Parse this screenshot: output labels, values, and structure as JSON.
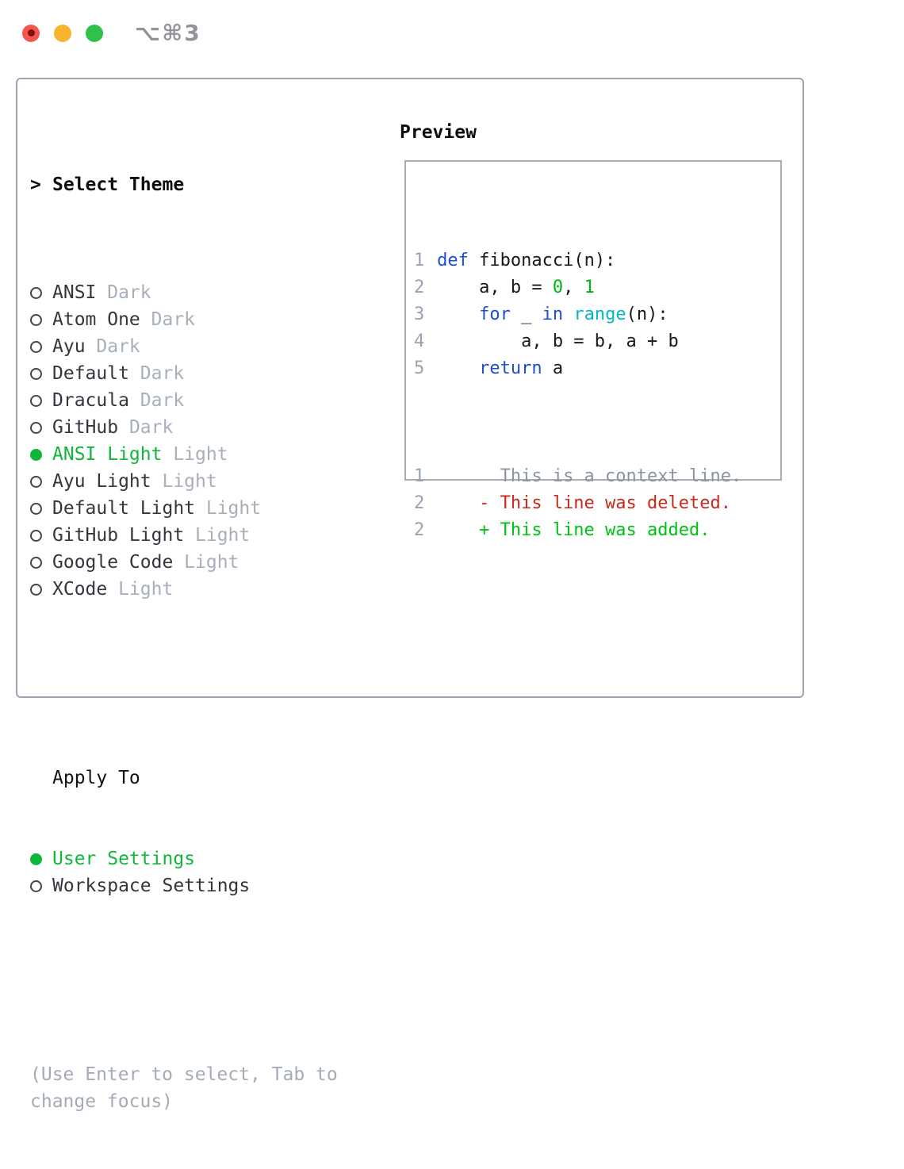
{
  "window": {
    "shortcut": "⌥⌘3"
  },
  "theme_picker": {
    "prompt": ">",
    "title": "Select Theme",
    "items": [
      {
        "name": "ANSI",
        "tag": "Dark",
        "selected": false
      },
      {
        "name": "Atom One",
        "tag": "Dark",
        "selected": false
      },
      {
        "name": "Ayu",
        "tag": "Dark",
        "selected": false
      },
      {
        "name": "Default",
        "tag": "Dark",
        "selected": false
      },
      {
        "name": "Dracula",
        "tag": "Dark",
        "selected": false
      },
      {
        "name": "GitHub",
        "tag": "Dark",
        "selected": false
      },
      {
        "name": "ANSI Light",
        "tag": "Light",
        "selected": true
      },
      {
        "name": "Ayu Light",
        "tag": "Light",
        "selected": false
      },
      {
        "name": "Default Light",
        "tag": "Light",
        "selected": false
      },
      {
        "name": "GitHub Light",
        "tag": "Light",
        "selected": false
      },
      {
        "name": "Google Code",
        "tag": "Light",
        "selected": false
      },
      {
        "name": "XCode",
        "tag": "Light",
        "selected": false
      }
    ],
    "apply_to": {
      "title": "Apply To",
      "options": [
        {
          "name": "User Settings",
          "selected": true
        },
        {
          "name": "Workspace Settings",
          "selected": false
        }
      ]
    },
    "hint": "(Use Enter to select, Tab to change focus)"
  },
  "preview": {
    "title": "Preview",
    "code_lines": [
      {
        "number": "1",
        "tokens": [
          {
            "text": "def",
            "type": "kw"
          },
          {
            "text": " fibonacci(n):",
            "type": "fg"
          }
        ]
      },
      {
        "number": "2",
        "tokens": [
          {
            "text": "    a, b = ",
            "type": "fg"
          },
          {
            "text": "0",
            "type": "num"
          },
          {
            "text": ", ",
            "type": "fg"
          },
          {
            "text": "1",
            "type": "num"
          }
        ]
      },
      {
        "number": "3",
        "tokens": [
          {
            "text": "    ",
            "type": "fg"
          },
          {
            "text": "for",
            "type": "kw"
          },
          {
            "text": " _ ",
            "type": "fg"
          },
          {
            "text": "in",
            "type": "kw"
          },
          {
            "text": " ",
            "type": "fg"
          },
          {
            "text": "range",
            "type": "fn"
          },
          {
            "text": "(n):",
            "type": "fg"
          }
        ]
      },
      {
        "number": "4",
        "tokens": [
          {
            "text": "        a, b = b, a + b",
            "type": "fg"
          }
        ]
      },
      {
        "number": "5",
        "tokens": [
          {
            "text": "    ",
            "type": "fg"
          },
          {
            "text": "return",
            "type": "kw"
          },
          {
            "text": " a",
            "type": "fg"
          }
        ]
      }
    ],
    "diff_lines": [
      {
        "number": "1",
        "tokens": [
          {
            "text": "      This is a context line.",
            "type": "ctx"
          }
        ]
      },
      {
        "number": "2",
        "tokens": [
          {
            "text": "    - This line was deleted.",
            "type": "del"
          }
        ]
      },
      {
        "number": "2",
        "tokens": [
          {
            "text": "    + This line was added.",
            "type": "add"
          }
        ]
      }
    ]
  },
  "colors": {
    "accent_green": "#12b53c",
    "item_text": "#33373d",
    "tag_text": "#a7afbb",
    "hint_text": "#a3abb7",
    "title_text": "#0b0c0e",
    "border": "#9ba3af",
    "preview_border": "#a4acb6",
    "line_number": "#9aa2b0",
    "code_text": "#17191d",
    "keyword_blue": "#1a4fd6",
    "number_green": "#00b412",
    "builtin_cyan": "#00b9c6",
    "diff_context": "#8d949e",
    "diff_deleted": "#c9291a",
    "diff_added": "#00c112",
    "traffic_red": "#f4564f",
    "traffic_red_dot": "#7d120c",
    "traffic_yellow": "#f8b42c",
    "traffic_green": "#2fc148",
    "shortcut_text": "#919499"
  }
}
